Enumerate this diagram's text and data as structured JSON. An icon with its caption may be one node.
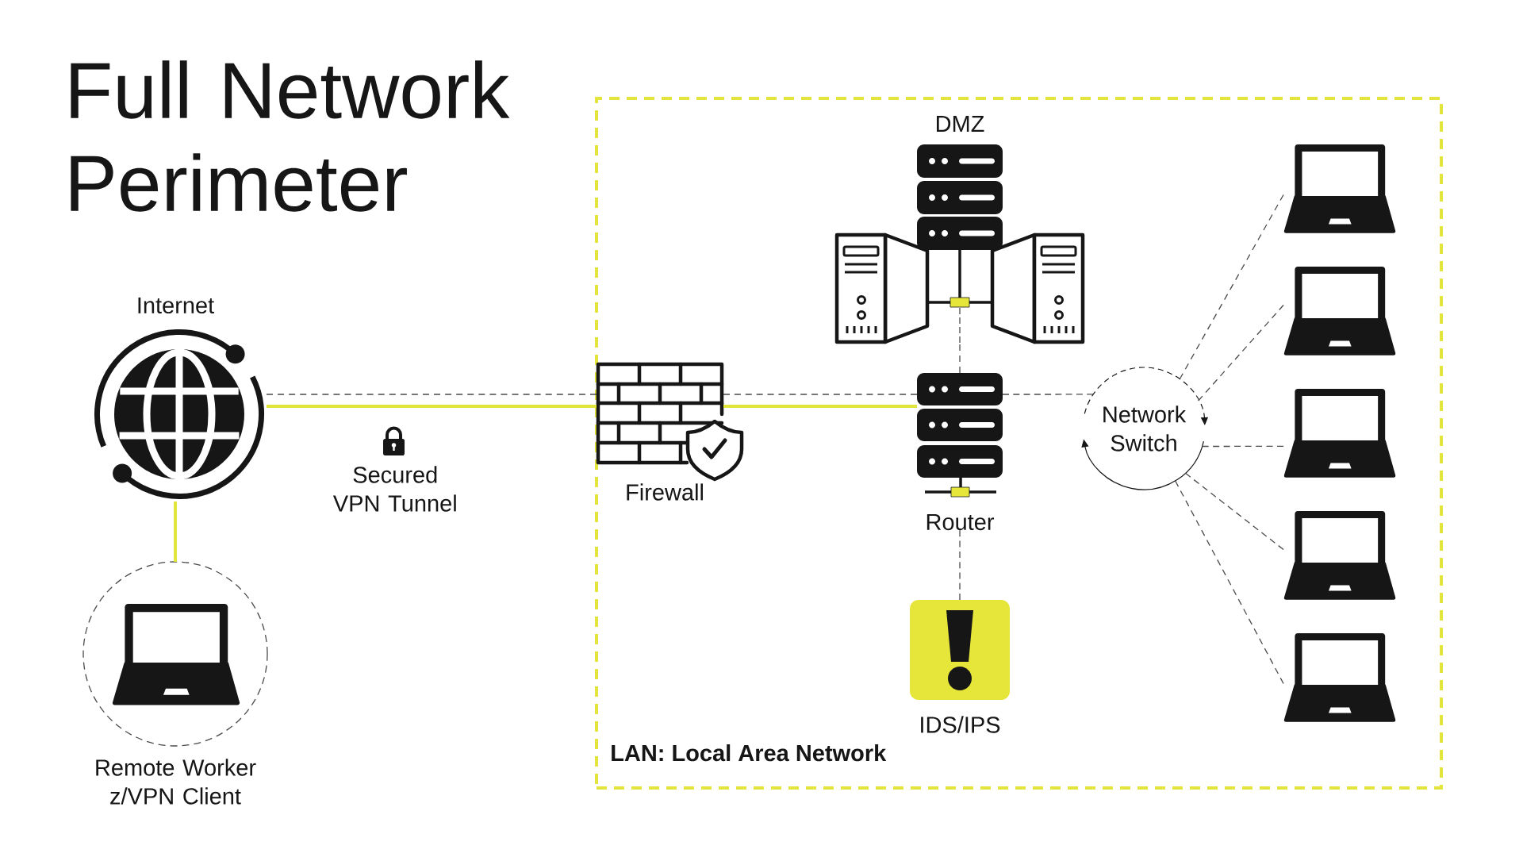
{
  "diagram": {
    "title": "Full Network Perimeter",
    "nodes": [
      {
        "text": [
          "Internet"
        ]
      },
      {
        "text": [
          "Remote Worker z/VPN Client"
        ]
      },
      {
        "text": [
          "LAN: Local Area Network"
        ]
      },
      {
        "text": [
          "Firewall"
        ],
        "in": 2
      },
      {
        "text": [
          "DMZ"
        ],
        "in": 2
      },
      {
        "text": [
          "Router"
        ],
        "in": 2
      },
      {
        "text": [
          "IDS/IPS"
        ],
        "in": 2
      },
      {
        "text": [
          "Network Switch"
        ],
        "in": 2
      },
      {
        "text": [],
        "shape": "picture",
        "in": 2
      },
      {
        "text": [],
        "shape": "picture",
        "in": 2
      },
      {
        "text": [],
        "shape": "picture",
        "in": 2
      },
      {
        "text": [],
        "shape": "picture",
        "in": 2
      },
      {
        "text": [],
        "shape": "picture",
        "in": 2
      }
    ],
    "edges": [
      {
        "from": 0,
        "to": 1,
        "arrow": "none",
        "color": "#e2e63c"
      },
      {
        "from": 0,
        "to": 3,
        "arrow": "none",
        "color": "#e2e63c",
        "label": "Secured VPN Tunnel"
      },
      {
        "from": 0,
        "to": 3,
        "arrow": "none",
        "style": "dashed"
      },
      {
        "from": 3,
        "to": 5,
        "arrow": "none",
        "color": "#e2e63c"
      },
      {
        "from": 3,
        "to": 5,
        "arrow": "none",
        "style": "dashed"
      },
      {
        "from": 4,
        "to": 5,
        "arrow": "none",
        "style": "dashed"
      },
      {
        "from": 5,
        "to": 7,
        "arrow": "none",
        "style": "dashed"
      },
      {
        "from": 5,
        "to": 6,
        "arrow": "none",
        "style": "dashed"
      },
      {
        "from": 7,
        "to": 8,
        "arrow": "none",
        "style": "dashed"
      },
      {
        "from": 7,
        "to": 9,
        "arrow": "none",
        "style": "dashed"
      },
      {
        "from": 7,
        "to": 10,
        "arrow": "none",
        "style": "dashed"
      },
      {
        "from": 7,
        "to": 11,
        "arrow": "none",
        "style": "dashed"
      },
      {
        "from": 7,
        "to": 12,
        "arrow": "none",
        "style": "dashed"
      }
    ]
  }
}
